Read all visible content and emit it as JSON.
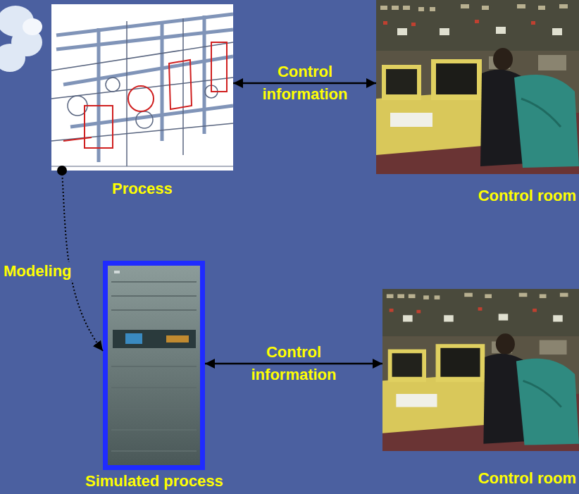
{
  "diagram": {
    "nodes": [
      {
        "text": [
          "Process"
        ]
      },
      {
        "text": [
          "Control room"
        ]
      },
      {
        "text": [
          "Simulated process"
        ]
      },
      {
        "text": [
          "Control room"
        ]
      }
    ],
    "edges": [
      {
        "from": 0,
        "to": 1,
        "arrow": "both",
        "label": "Control information"
      },
      {
        "from": 0,
        "to": 2,
        "arrow": "to",
        "label": "Modeling"
      },
      {
        "from": 2,
        "to": 3,
        "arrow": "both",
        "label": "Control information"
      }
    ]
  }
}
